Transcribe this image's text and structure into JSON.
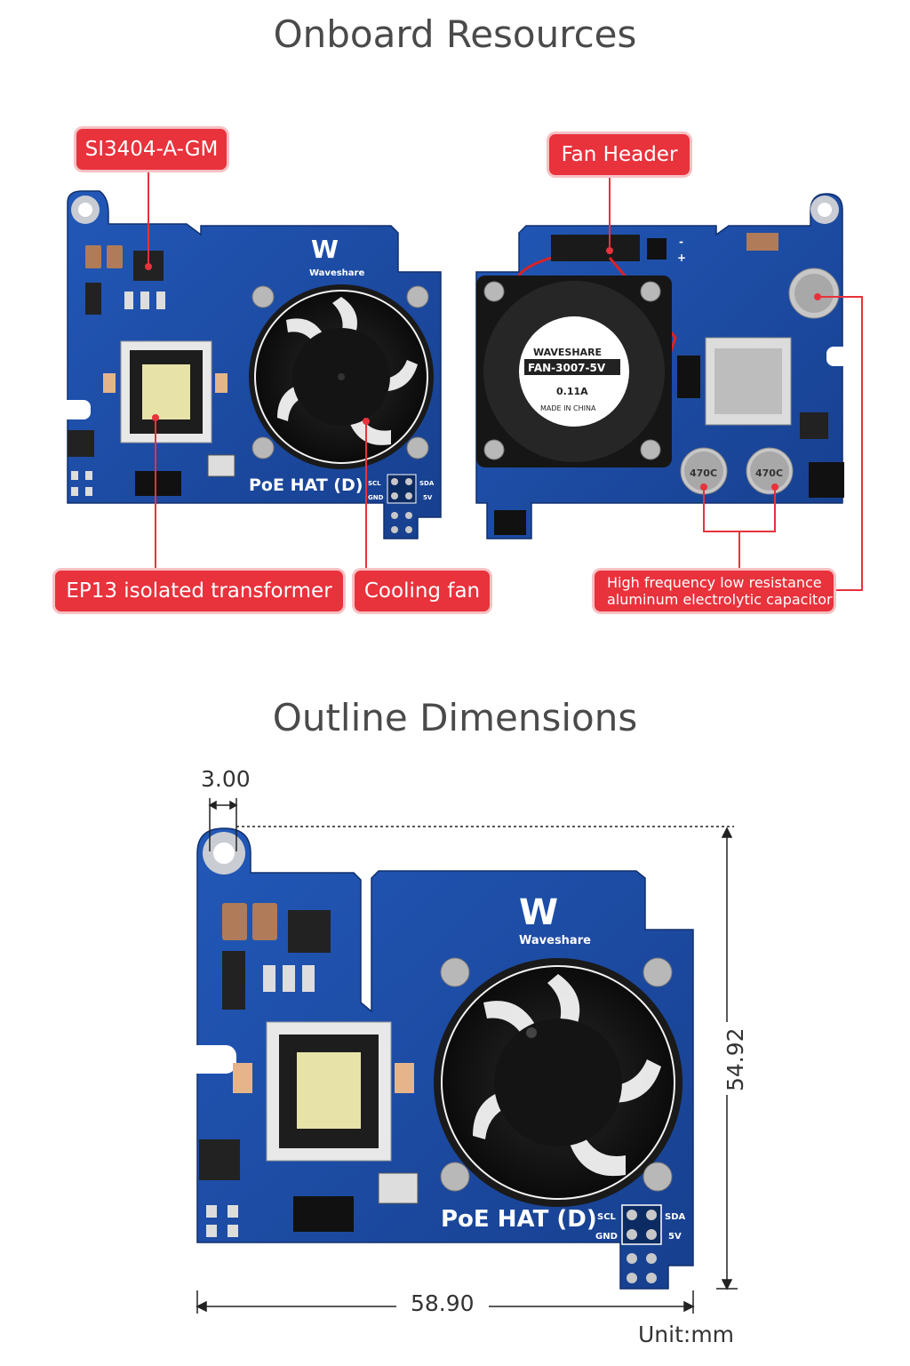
{
  "sections": {
    "onboard_title": "Onboard Resources",
    "outline_title": "Outline Dimensions"
  },
  "callouts": {
    "si3404": "SI3404-A-GM",
    "fan_header": "Fan Header",
    "transformer": "EP13 isolated transformer",
    "cooling_fan": "Cooling fan",
    "capacitor_line1": "High frequency low resistance",
    "capacitor_line2": "aluminum electrolytic capacitor"
  },
  "board": {
    "name": "PoE HAT (D)",
    "brand": "Waveshare",
    "pin_scl": "SCL",
    "pin_sda": "SDA",
    "pin_gnd": "GND",
    "pin_5v": "5V",
    "fan_brand": "WAVESHARE",
    "fan_model": "FAN-3007-5V",
    "fan_current": "0.11A",
    "fan_origin": "MADE IN CHINA",
    "fan_plus": "+",
    "fan_minus": "-",
    "cap_text": "470C",
    "colors": {
      "pcb": "#1f4fa8",
      "callout": "#e8323c"
    }
  },
  "dimensions": {
    "hole_offset": "3.00",
    "height": "54.92",
    "width": "58.90",
    "unit": "Unit:mm"
  }
}
